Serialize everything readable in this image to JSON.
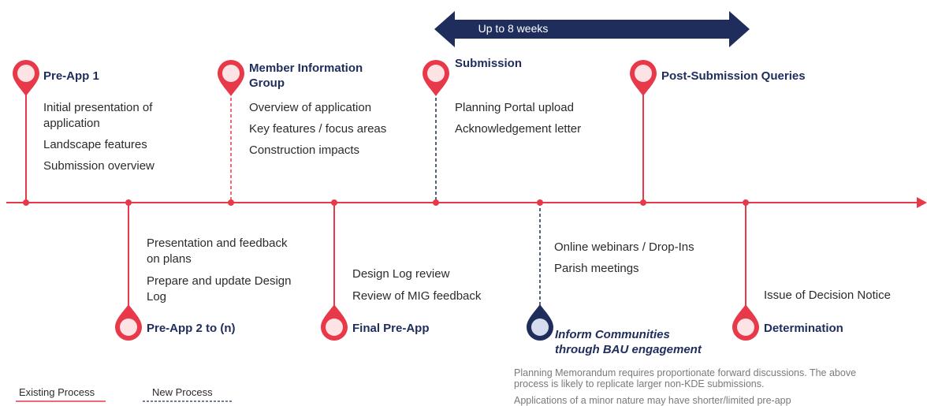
{
  "colors": {
    "existing": "#e8394b",
    "new": "#e8394b",
    "navy": "#1f2d5c",
    "text": "#2b2b2b"
  },
  "banner": {
    "label": "Up to 8 weeks"
  },
  "stages": [
    {
      "title": "Pre-App 1",
      "items": [
        "Initial presentation of",
        "application",
        "Landscape features",
        "Submission overview"
      ]
    },
    {
      "title": "Pre-App 2 to (n)",
      "items": [
        "Presentation and feedback",
        "on plans",
        "Prepare and update Design",
        "Log"
      ]
    },
    {
      "title_lines": [
        "Member Information",
        "Group"
      ],
      "items": [
        "Overview of application",
        "Key features / focus areas",
        "Construction impacts"
      ]
    },
    {
      "title": "Final Pre-App",
      "items": [
        "Design Log review",
        "Review of MIG feedback"
      ]
    },
    {
      "title": "Submission",
      "items": [
        "Planning Portal upload",
        "Acknowledgement letter"
      ]
    },
    {
      "title_lines": [
        "Inform Communities",
        "through BAU engagement"
      ],
      "items": [
        "Online webinars / Drop-Ins",
        "Parish meetings"
      ]
    },
    {
      "title": "Post-Submission Queries",
      "items": []
    },
    {
      "title": "Determination",
      "items": [
        "Issue of Decision Notice"
      ]
    }
  ],
  "note": {
    "lines": [
      "Planning Memorandum requires proportionate forward discussions. The above",
      "process is likely to replicate larger non-KDE submissions.",
      "Applications of a minor nature may have shorter/limited pre-app"
    ]
  },
  "legend": {
    "existing": "Existing Process",
    "new": "New Process"
  }
}
